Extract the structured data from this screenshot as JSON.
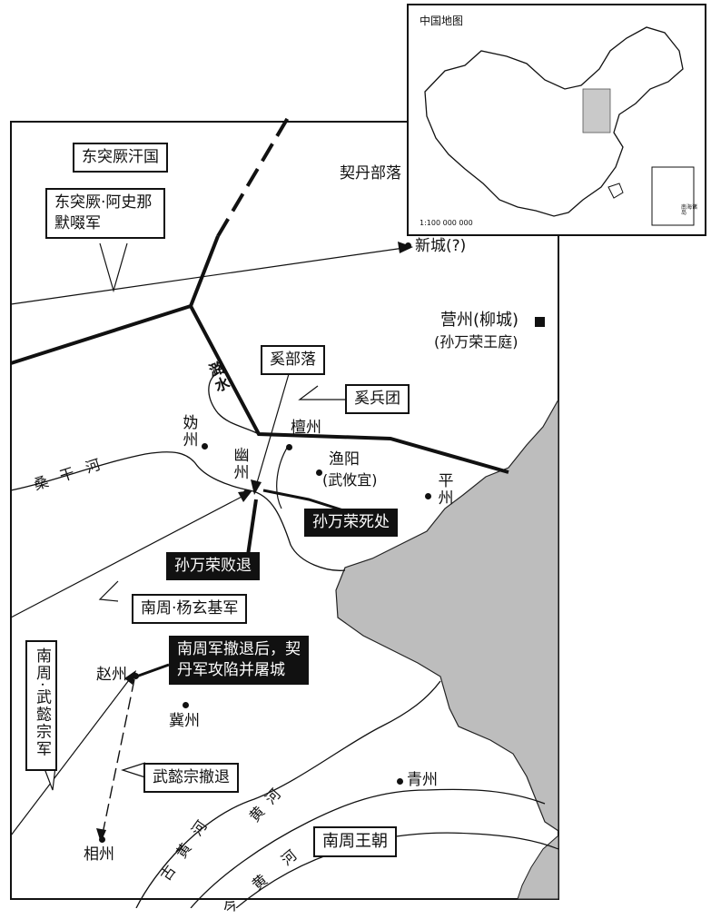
{
  "regions": {
    "east_turk": "东突厥汗国",
    "khitan": "契丹部落",
    "south_zhou": "南周王朝"
  },
  "armies": {
    "turk_army": "东突厥·阿史那默啜军",
    "xi_tribe": "奚部落",
    "xi_troops": "奚兵团",
    "yang_army": "南周·杨玄基军",
    "wu_army": "南周·武懿宗军",
    "wu_retreat": "武懿宗撤退"
  },
  "events": {
    "sun_death": "孙万荣死处",
    "sun_defeat": "孙万荣败退",
    "zhou_retreat_line1": "南周军撤退后，契",
    "zhou_retreat_line2": "丹军攻陷并屠城"
  },
  "cities": {
    "xincheng": "新城(?)",
    "yingzhou": "营州(柳城)",
    "sun_court": "(孙万荣王庭)",
    "guizhou": "妫州",
    "youzhou": "幽州",
    "tanzhou": "檀州",
    "yuyang": "渔阳",
    "wu_youyi": "(武攸宜)",
    "pingzhou": "平州",
    "zhaozhou": "赵州",
    "jizhou": "冀州",
    "qingzhou": "青州",
    "xiangzhou": "相州"
  },
  "rivers": {
    "lushui": "潞水",
    "sanggan": "桑干河",
    "old_yellow": "古黄河",
    "yellow": "黄河",
    "modern_yellow": "今黄河"
  },
  "inset": {
    "title": "中国地图",
    "scale": "1:100 000 000",
    "south_sea": "南海诸岛"
  }
}
